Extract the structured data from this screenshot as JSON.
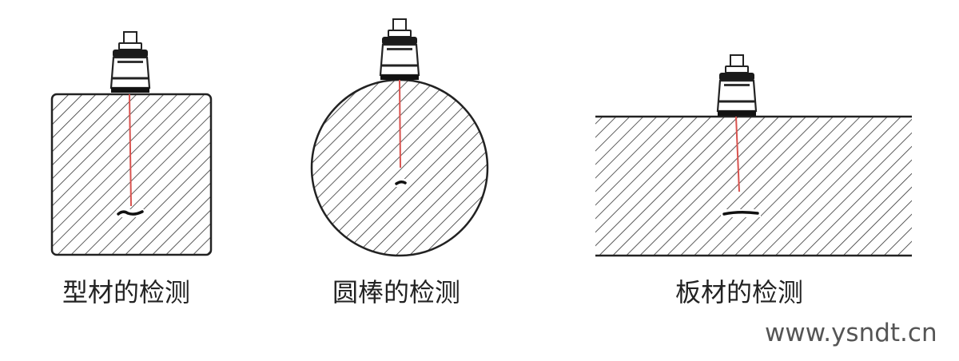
{
  "diagram": {
    "captions": [
      "型材的检测",
      "圆棒的检测",
      "板材的检测"
    ],
    "watermark": "www.ysndt.cn",
    "colors": {
      "outline": "#222222",
      "hatch": "#333333",
      "beam": "#d9534f",
      "background": "#ffffff"
    }
  }
}
